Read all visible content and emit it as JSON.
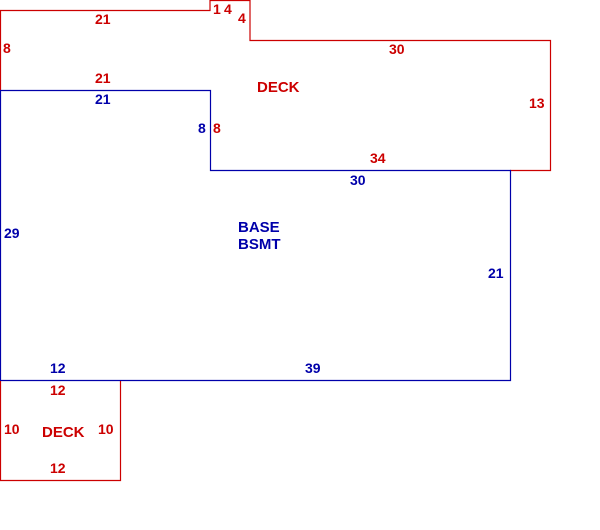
{
  "colors": {
    "deck": "#cc0000",
    "base": "#0000aa",
    "background": "#ffffff"
  },
  "upper_deck": {
    "area_label": "DECK",
    "dims": {
      "top_left": "21",
      "step_1": "1",
      "step_4": "4",
      "right_step": "4",
      "left": "8",
      "top_right": "30",
      "right": "13",
      "bottom_left": "21",
      "inner_step": "8",
      "bottom_right": "34"
    }
  },
  "base": {
    "area_label_1": "BASE",
    "area_label_2": "BSMT",
    "dims": {
      "top_left": "21",
      "inner_step": "8",
      "top_right": "30",
      "left": "29",
      "right": "21",
      "bottom_left": "12",
      "bottom_right": "39"
    }
  },
  "lower_deck": {
    "area_label": "DECK",
    "dims": {
      "top": "12",
      "left": "10",
      "right": "10",
      "bottom": "12"
    }
  }
}
